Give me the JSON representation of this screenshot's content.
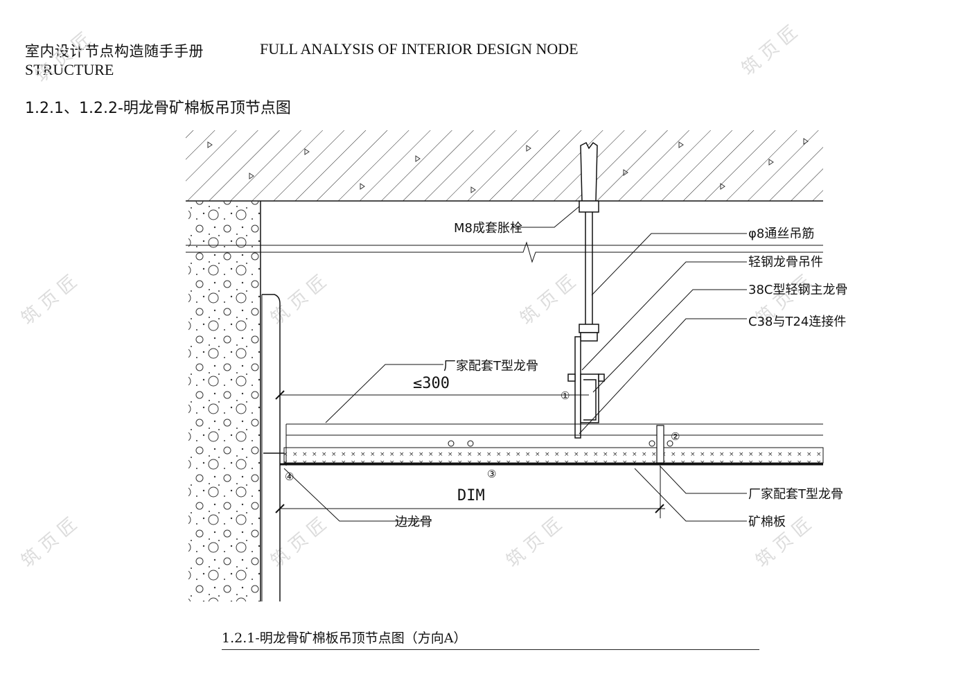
{
  "header": {
    "title_cn": "室内设计节点构造随手手册",
    "title_en_line1": "FULL ANALYSIS OF INTERIOR DESIGN NODE",
    "title_en_line2": "STRUCTURE"
  },
  "section_title": "1.2.1、1.2.2-明龙骨矿棉板吊顶节点图",
  "callouts": {
    "expansion_bolt": "M8成套胀栓",
    "hanger_rod": "φ8通丝吊筋",
    "hanger_clip": "轻钢龙骨吊件",
    "main_runner": "38C型轻钢主龙骨",
    "connector": "C38与T24连接件",
    "t_runner_top": "厂家配套T型龙骨",
    "t_runner_bottom": "厂家配套T型龙骨",
    "mineral_board": "矿棉板",
    "edge_trim": "边龙骨"
  },
  "dimensions": {
    "max_spacing": "≤300",
    "dim_label": "DIM"
  },
  "markers": {
    "m1": "①",
    "m2": "②",
    "m3": "③",
    "m4": "④"
  },
  "caption": "1.2.1-明龙骨矿棉板吊顶节点图（方向A）"
}
